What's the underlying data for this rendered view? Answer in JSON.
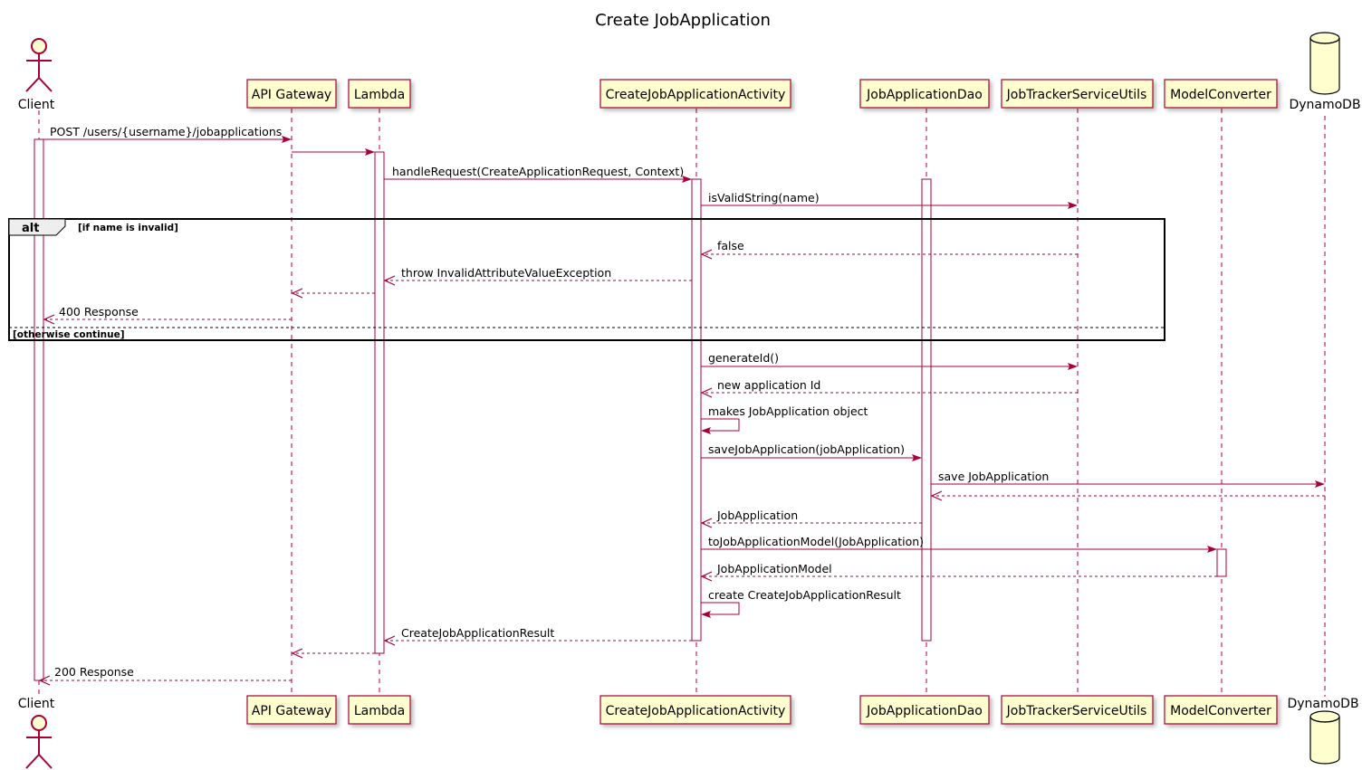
{
  "title": "Create JobApplication",
  "participants": [
    {
      "id": "client",
      "label": "Client",
      "kind": "actor"
    },
    {
      "id": "gateway",
      "label": "API Gateway",
      "kind": "box"
    },
    {
      "id": "lambda",
      "label": "Lambda",
      "kind": "box"
    },
    {
      "id": "activity",
      "label": "CreateJobApplicationActivity",
      "kind": "box"
    },
    {
      "id": "dao",
      "label": "JobApplicationDao",
      "kind": "box"
    },
    {
      "id": "utils",
      "label": "JobTrackerServiceUtils",
      "kind": "box"
    },
    {
      "id": "converter",
      "label": "ModelConverter",
      "kind": "box"
    },
    {
      "id": "dynamodb",
      "label": "DynamoDB",
      "kind": "database"
    }
  ],
  "messages": [
    {
      "from": "client",
      "to": "gateway",
      "label": "POST /users/{username}/jobapplications",
      "type": "sync"
    },
    {
      "from": "gateway",
      "to": "lambda",
      "label": "",
      "type": "sync"
    },
    {
      "from": "lambda",
      "to": "activity",
      "label": "handleRequest(CreateApplicationRequest, Context)",
      "type": "sync"
    },
    {
      "from": "activity",
      "to": "utils",
      "label": "isValidString(name)",
      "type": "sync"
    },
    {
      "from": "utils",
      "to": "activity",
      "label": "false",
      "type": "return"
    },
    {
      "from": "activity",
      "to": "lambda",
      "label": "throw InvalidAttributeValueException",
      "type": "return"
    },
    {
      "from": "lambda",
      "to": "gateway",
      "label": "",
      "type": "return"
    },
    {
      "from": "gateway",
      "to": "client",
      "label": "400 Response",
      "type": "return"
    },
    {
      "from": "activity",
      "to": "utils",
      "label": "generateId()",
      "type": "sync"
    },
    {
      "from": "utils",
      "to": "activity",
      "label": "new application Id",
      "type": "return"
    },
    {
      "from": "activity",
      "to": "activity",
      "label": "makes JobApplication object",
      "type": "self"
    },
    {
      "from": "activity",
      "to": "dao",
      "label": "saveJobApplication(jobApplication)",
      "type": "sync"
    },
    {
      "from": "dao",
      "to": "dynamodb",
      "label": "save JobApplication",
      "type": "sync"
    },
    {
      "from": "dynamodb",
      "to": "dao",
      "label": "",
      "type": "return"
    },
    {
      "from": "dao",
      "to": "activity",
      "label": "JobApplication",
      "type": "return"
    },
    {
      "from": "activity",
      "to": "converter",
      "label": "toJobApplicationModel(JobApplication)",
      "type": "sync"
    },
    {
      "from": "converter",
      "to": "activity",
      "label": "JobApplicationModel",
      "type": "return"
    },
    {
      "from": "activity",
      "to": "activity",
      "label": "create CreateJobApplicationResult",
      "type": "self"
    },
    {
      "from": "activity",
      "to": "lambda",
      "label": "CreateJobApplicationResult",
      "type": "return"
    },
    {
      "from": "lambda",
      "to": "gateway",
      "label": "",
      "type": "return"
    },
    {
      "from": "gateway",
      "to": "client",
      "label": "200 Response",
      "type": "return"
    }
  ],
  "fragment": {
    "operator": "alt",
    "guard": "[if name is invalid]",
    "else_guard": "[otherwise continue]"
  },
  "colors": {
    "participant_fill": "#fefece",
    "line": "#a80036",
    "frame": "#000000"
  }
}
